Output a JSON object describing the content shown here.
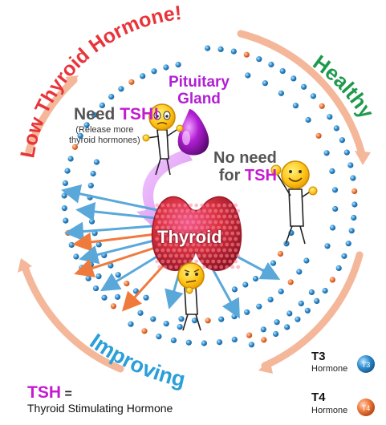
{
  "cycle_labels": {
    "low": "Low Thyroid Hormone!",
    "healthy": "Healthy",
    "improving": "Improving"
  },
  "gland_labels": {
    "pituitary_line1": "Pituitary",
    "pituitary_line2": "Gland",
    "thyroid": "Thyroid"
  },
  "speech": {
    "need_prefix": "Need ",
    "need_tsh": "TSH!",
    "release_line1": "(Release more",
    "release_line2": "thyroid hormones)",
    "noneed_line1": "No need",
    "noneed_line2_prefix": "for ",
    "noneed_tsh": "TSH"
  },
  "legend": {
    "t3_title": "T3",
    "t3_hormone": "Hormone",
    "t3_badge": "T3",
    "t4_title": "T4",
    "t4_hormone": "Hormone",
    "t4_badge": "T4"
  },
  "definition": {
    "tsh": "TSH",
    "equals": "=",
    "full": "Thyroid Stimulating Hormone"
  },
  "colors": {
    "low_red": "#e8343a",
    "healthy_green": "#1e9a4c",
    "improving_blue": "#2a9fd8",
    "pituitary_purple": "#b11fd3",
    "tsh_magenta": "#c41bd0",
    "t3_blue": "#2f8fd0",
    "t4_orange": "#f07a3c",
    "thyroid_red": "#d8323f",
    "arrow_blue": "#5aa8da",
    "arrow_orange": "#f07a3c",
    "ring_peach": "#f4b79a"
  },
  "icons": [
    "t3-molecule-icon",
    "t4-molecule-icon",
    "emoji-worried-icon",
    "emoji-smile-icon",
    "emoji-thinking-icon"
  ]
}
